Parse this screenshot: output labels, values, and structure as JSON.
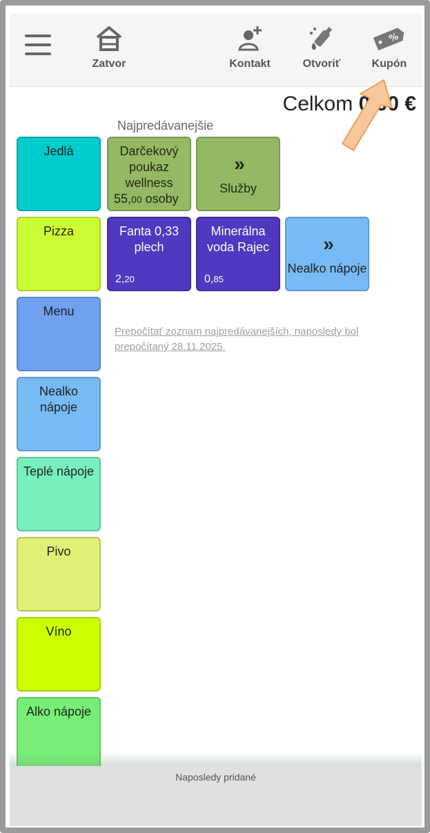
{
  "toolbar": {
    "menu_icon": "hamburger-icon",
    "zatvor_label": "Zatvor",
    "kontakt_label": "Kontakt",
    "otvorit_label": "Otvoriť",
    "kupon_label": "Kupón"
  },
  "total": {
    "label": "Celkom",
    "amount": "0,00 €"
  },
  "bestsellers_title": "Najpredávanejšie",
  "categories": [
    {
      "label": "Jedlá",
      "color": "#00cccc"
    },
    {
      "label": "Pizza",
      "color": "#ccff33"
    },
    {
      "label": "Menu",
      "color": "#70a0f0"
    },
    {
      "label": "Nealko nápoje",
      "color": "#77bbf5"
    },
    {
      "label": "Teplé nápoje",
      "color": "#77f0bb"
    },
    {
      "label": "Pivo",
      "color": "#e0f075"
    },
    {
      "label": "Víno",
      "color": "#ccff00"
    },
    {
      "label": "Alko nápoje",
      "color": "#77ee77"
    }
  ],
  "products": [
    {
      "name": "Darčekový poukaz wellness",
      "price_main": "55,",
      "price_dec": "00",
      "price_suffix": " osoby",
      "color": "#95b865"
    },
    {
      "name": "Fanta 0,33 plech",
      "price_main": "2,",
      "price_dec": "20",
      "color": "#5038c0"
    },
    {
      "name": "Minerálna voda Rajec",
      "price_main": "0,",
      "price_dec": "85",
      "color": "#5038c0"
    }
  ],
  "more_tiles": [
    {
      "arrows": "»",
      "label": "Služby",
      "color": "#95b865"
    },
    {
      "arrows": "»",
      "label": "Nealko nápoje",
      "color": "#77bbf5"
    }
  ],
  "recalc_text": "Prepočítať zoznam najpredávanejších, naposledy bol prepočítaný 28.11.2025.",
  "bottom_panel": {
    "title": "Naposledy pridané"
  },
  "colors": {
    "toolbar_bg": "#f5f5f5",
    "pointer": "#f8c89a"
  }
}
